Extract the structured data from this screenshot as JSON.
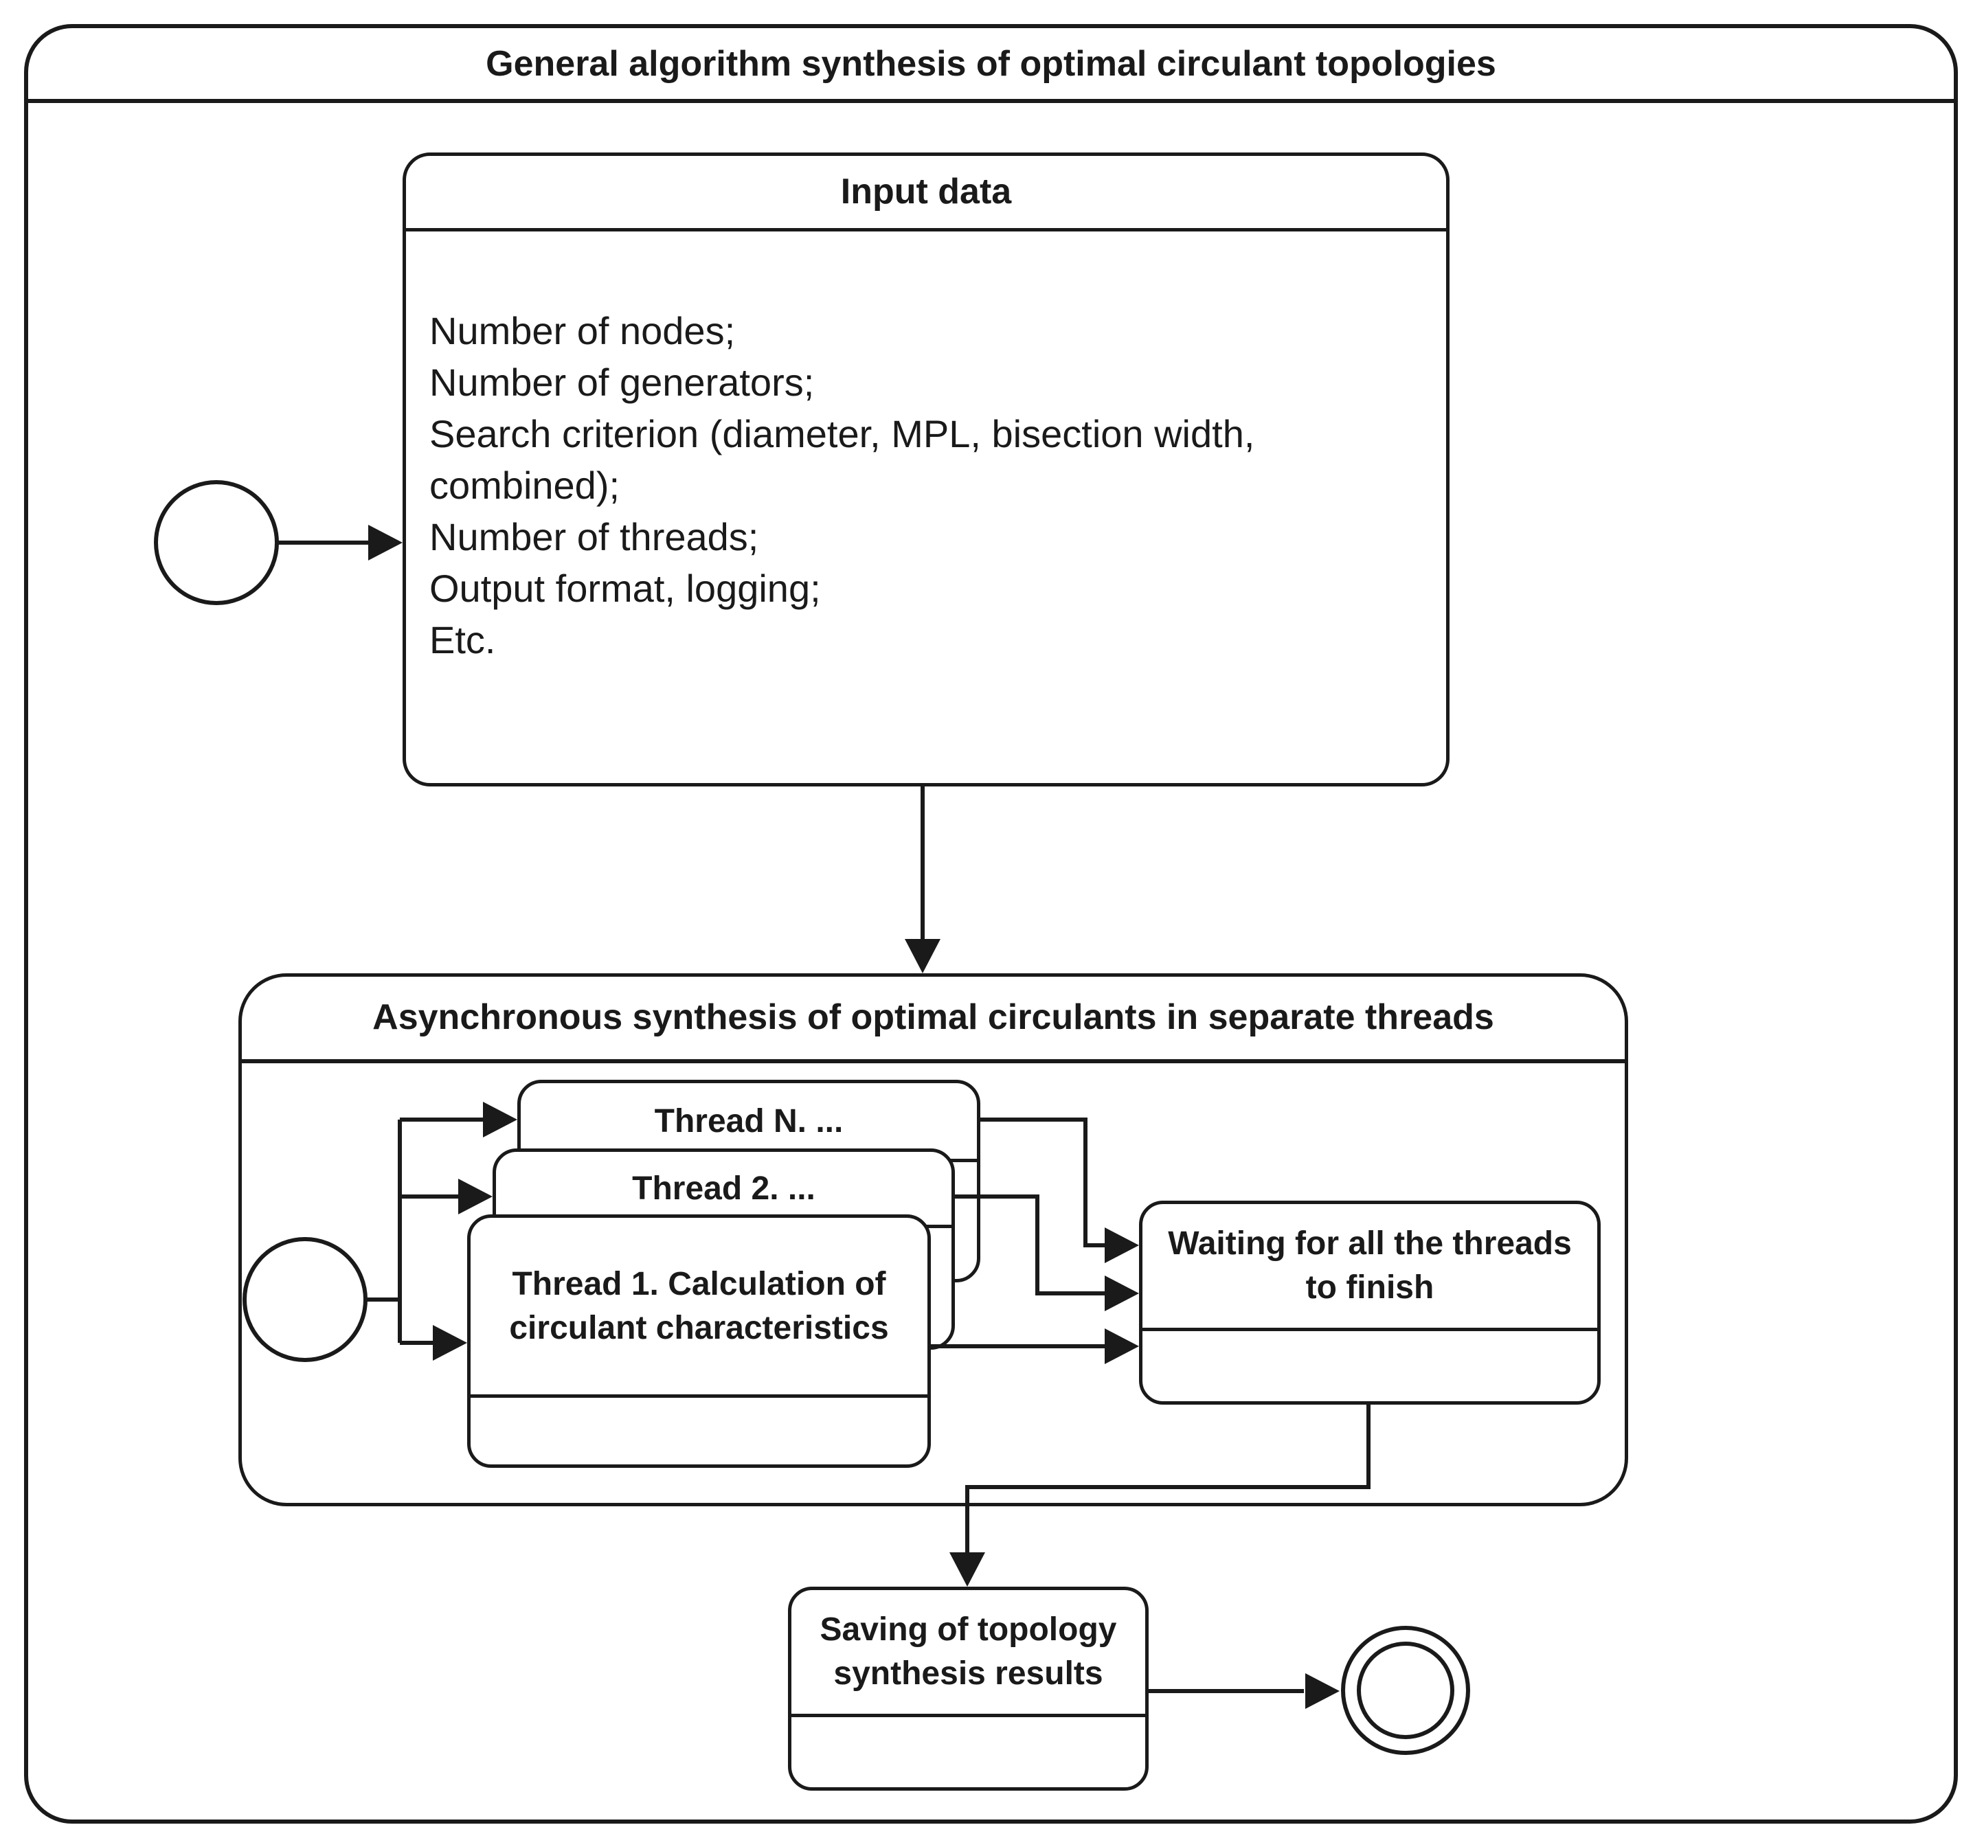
{
  "diagram": {
    "title": "General algorithm synthesis of optimal circulant topologies",
    "colors": {
      "stroke": "#1a1a1a",
      "background": "#ffffff"
    },
    "input_box": {
      "title": "Input data",
      "lines": [
        "Number of nodes;",
        "Number of generators;",
        "Search criterion (diameter, MPL, bisection width,",
        "combined);",
        "Number of threads;",
        "Output format, logging;",
        "Etc."
      ]
    },
    "async_region": {
      "title": "Asynchronous synthesis of optimal circulants in separate threads"
    },
    "threads": [
      {
        "title": "Thread N. ..."
      },
      {
        "title": "Thread 2. ..."
      },
      {
        "title": "Thread 1. Calculation of circulant characteristics"
      }
    ],
    "waiting_box": {
      "title": "Waiting for all the threads to finish"
    },
    "saving_box": {
      "title": "Saving of topology synthesis results"
    }
  }
}
